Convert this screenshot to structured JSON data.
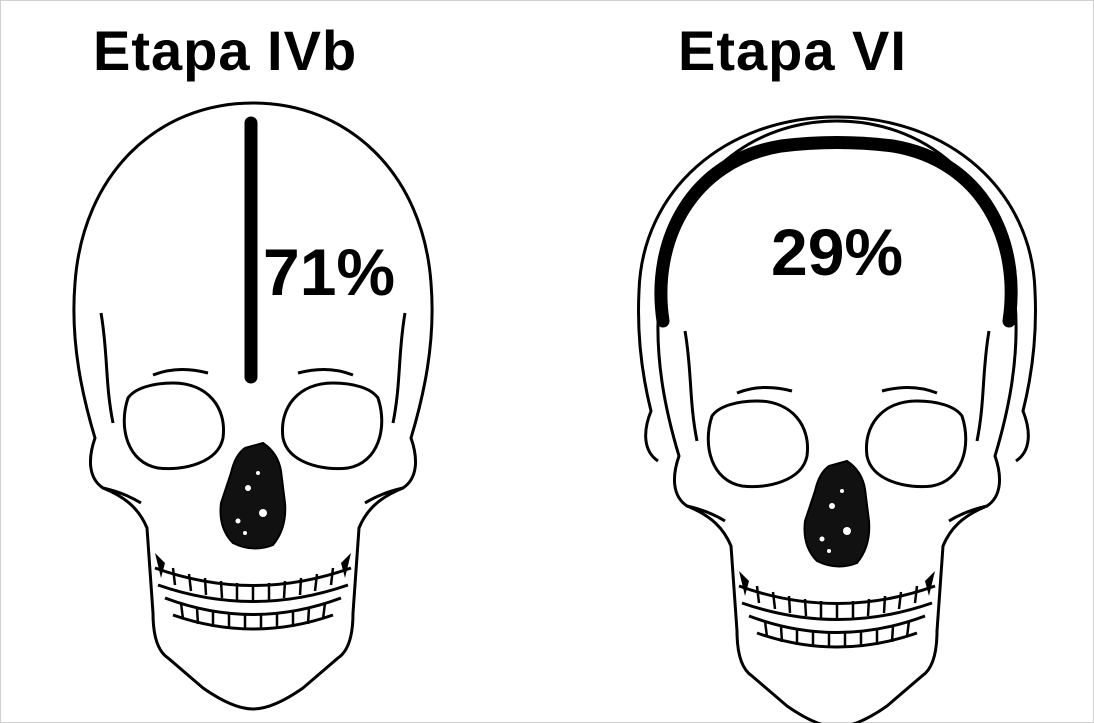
{
  "panels": [
    {
      "title": "Etapa IVb",
      "percentage": "71%"
    },
    {
      "title": "Etapa VI",
      "percentage": "29%"
    }
  ],
  "colors": {
    "ink": "#000000",
    "background": "#ffffff"
  }
}
